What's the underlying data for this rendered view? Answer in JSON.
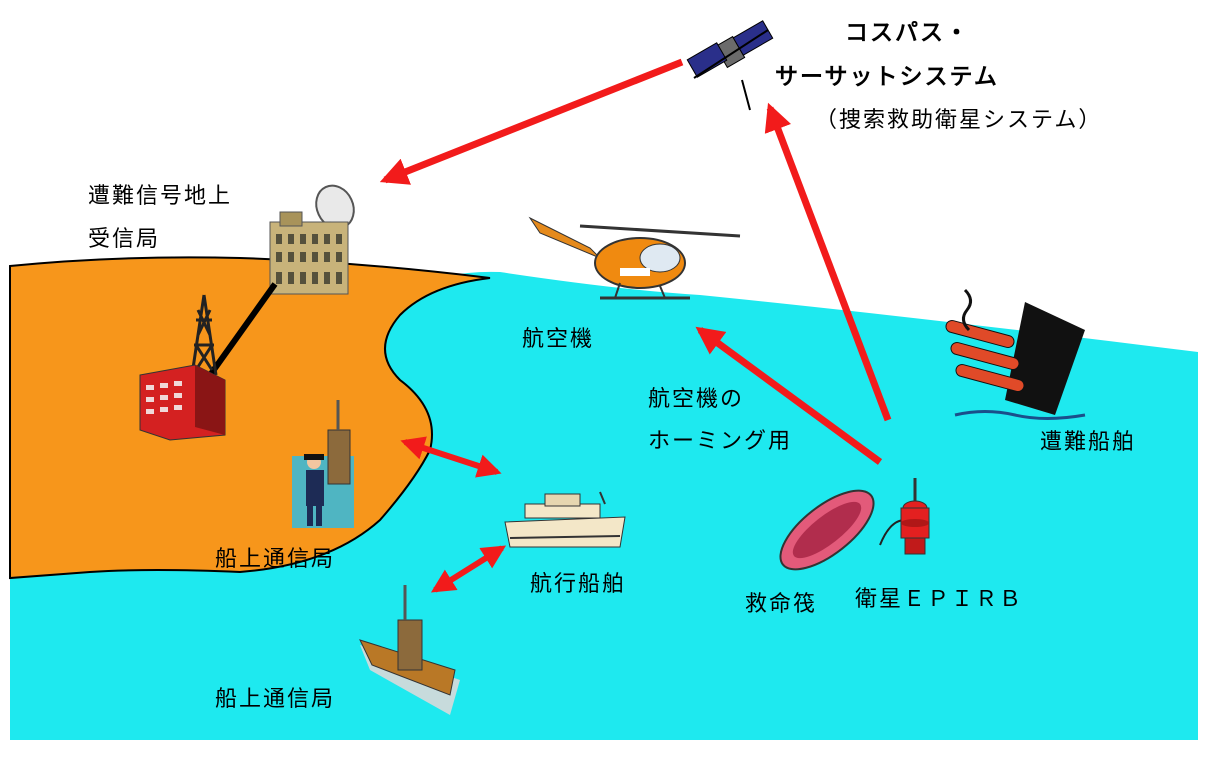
{
  "labels": {
    "cospas_line1": "コスパス・",
    "cospas_line2": "サーサットシステム",
    "cospas_paren": "（捜索救助衛星システム）",
    "ground_station_line1": "遭難信号地上",
    "ground_station_line2": "受信局",
    "aircraft": "航空機",
    "homing_line1": "航空機の",
    "homing_line2": "ホーミング用",
    "distressed_ship": "遭難船舶",
    "ship_station_upper": "船上通信局",
    "sailing_ship": "航行船舶",
    "life_raft": "救命筏",
    "epirb": "衛星ＥＰＩＲＢ",
    "ship_station_lower": "船上通信局"
  },
  "icons": {
    "satellite": "satellite-icon",
    "ground_station": "ground-station-building-icon",
    "antenna_tower": "antenna-tower-icon",
    "red_building": "red-building-icon",
    "helicopter": "helicopter-icon",
    "sinking_ship": "sinking-ship-icon",
    "officer": "radio-officer-icon",
    "ferry": "ferry-icon",
    "lifeboat": "lifeboat-icon",
    "epirb_buoy": "epirb-buoy-icon",
    "small_boat": "small-boat-icon"
  },
  "colors": {
    "land": "#f7961b",
    "sea": "#1ee9ef",
    "arrow": "#f21b1b"
  }
}
